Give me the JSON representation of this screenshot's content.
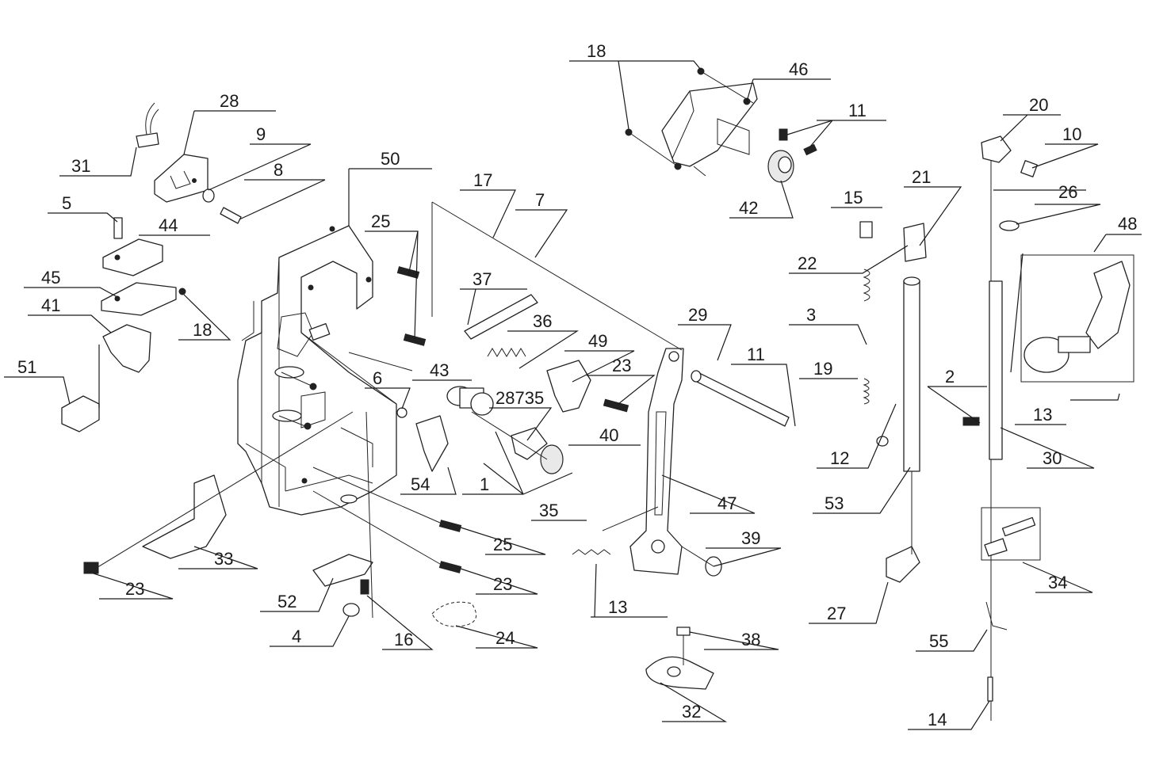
{
  "callouts": [
    {
      "text": "18"
    },
    {
      "text": "46"
    },
    {
      "text": "11"
    },
    {
      "text": "42"
    },
    {
      "text": "20"
    },
    {
      "text": "10"
    },
    {
      "text": "26"
    },
    {
      "text": "48"
    },
    {
      "text": "28"
    },
    {
      "text": "9"
    },
    {
      "text": "31"
    },
    {
      "text": "8"
    },
    {
      "text": "50"
    },
    {
      "text": "17"
    },
    {
      "text": "7"
    },
    {
      "text": "25"
    },
    {
      "text": "5"
    },
    {
      "text": "44"
    },
    {
      "text": "45"
    },
    {
      "text": "18"
    },
    {
      "text": "41"
    },
    {
      "text": "37"
    },
    {
      "text": "36"
    },
    {
      "text": "49"
    },
    {
      "text": "29"
    },
    {
      "text": "11"
    },
    {
      "text": "21"
    },
    {
      "text": "15"
    },
    {
      "text": "22"
    },
    {
      "text": "3"
    },
    {
      "text": "19"
    },
    {
      "text": "51"
    },
    {
      "text": "43"
    },
    {
      "text": "6"
    },
    {
      "text": "28735"
    },
    {
      "text": "23"
    },
    {
      "text": "40"
    },
    {
      "text": "2"
    },
    {
      "text": "12"
    },
    {
      "text": "13"
    },
    {
      "text": "30"
    },
    {
      "text": "54"
    },
    {
      "text": "1"
    },
    {
      "text": "47"
    },
    {
      "text": "53"
    },
    {
      "text": "35"
    },
    {
      "text": "39"
    },
    {
      "text": "25"
    },
    {
      "text": "33"
    },
    {
      "text": "23"
    },
    {
      "text": "23"
    },
    {
      "text": "13"
    },
    {
      "text": "34"
    },
    {
      "text": "52"
    },
    {
      "text": "27"
    },
    {
      "text": "4"
    },
    {
      "text": "16"
    },
    {
      "text": "24"
    },
    {
      "text": "38"
    },
    {
      "text": "55"
    },
    {
      "text": "32"
    },
    {
      "text": "14"
    }
  ]
}
